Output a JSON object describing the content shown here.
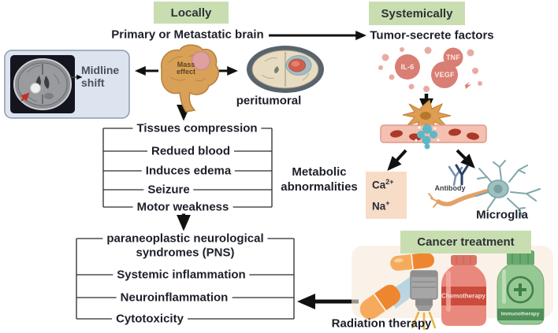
{
  "header": {
    "locally": "Locally",
    "systemically": "Systemically",
    "primary": "Primary or Metastatic brain",
    "tumor_factors": "Tumor-secrete factors"
  },
  "local": {
    "midline_line1": "Midline",
    "midline_line2": "shift",
    "mass_line1": "Mass",
    "mass_line2": "effect",
    "peritumoral": "peritumoral",
    "effects": [
      "Tissues compression",
      "Redued blood",
      "Induces edema",
      "Seizure",
      "Motor weakness"
    ]
  },
  "systemic": {
    "cytokines": [
      "IL-6",
      "TNF",
      "VEGF"
    ],
    "metabolic_line1": "Metabolic",
    "metabolic_line2": "abnormalities",
    "ion1_base": "Ca",
    "ion1_sup": "2+",
    "ion2_base": "Na",
    "ion2_sup": "+",
    "antibody": "Antibody",
    "microglia": "Microglia"
  },
  "pns": {
    "line1": "paraneoplastic neurological",
    "line2": "syndromes (PNS)",
    "items": [
      "Systemic inflammation",
      "Neuroinflammation",
      "Cytotoxicity"
    ]
  },
  "treatment": {
    "header": "Cancer treatment",
    "radiation": "Radiation therapy",
    "chemo": "Chemotherapy",
    "immuno": "Immunotherapy"
  },
  "colors": {
    "green_box": "#c9deb0",
    "text_dark": "#1c1f2a",
    "ion_box": "#f7dcc7",
    "mri_panel": "#dce4ef",
    "arrow": "#111111",
    "cytokine_pink": "#d97e74",
    "vessel_pink": "#f4c0b2",
    "microglia_teal": "#9fc0c1",
    "chemo_red": "#e9897d",
    "immuno_green": "#95c893"
  }
}
